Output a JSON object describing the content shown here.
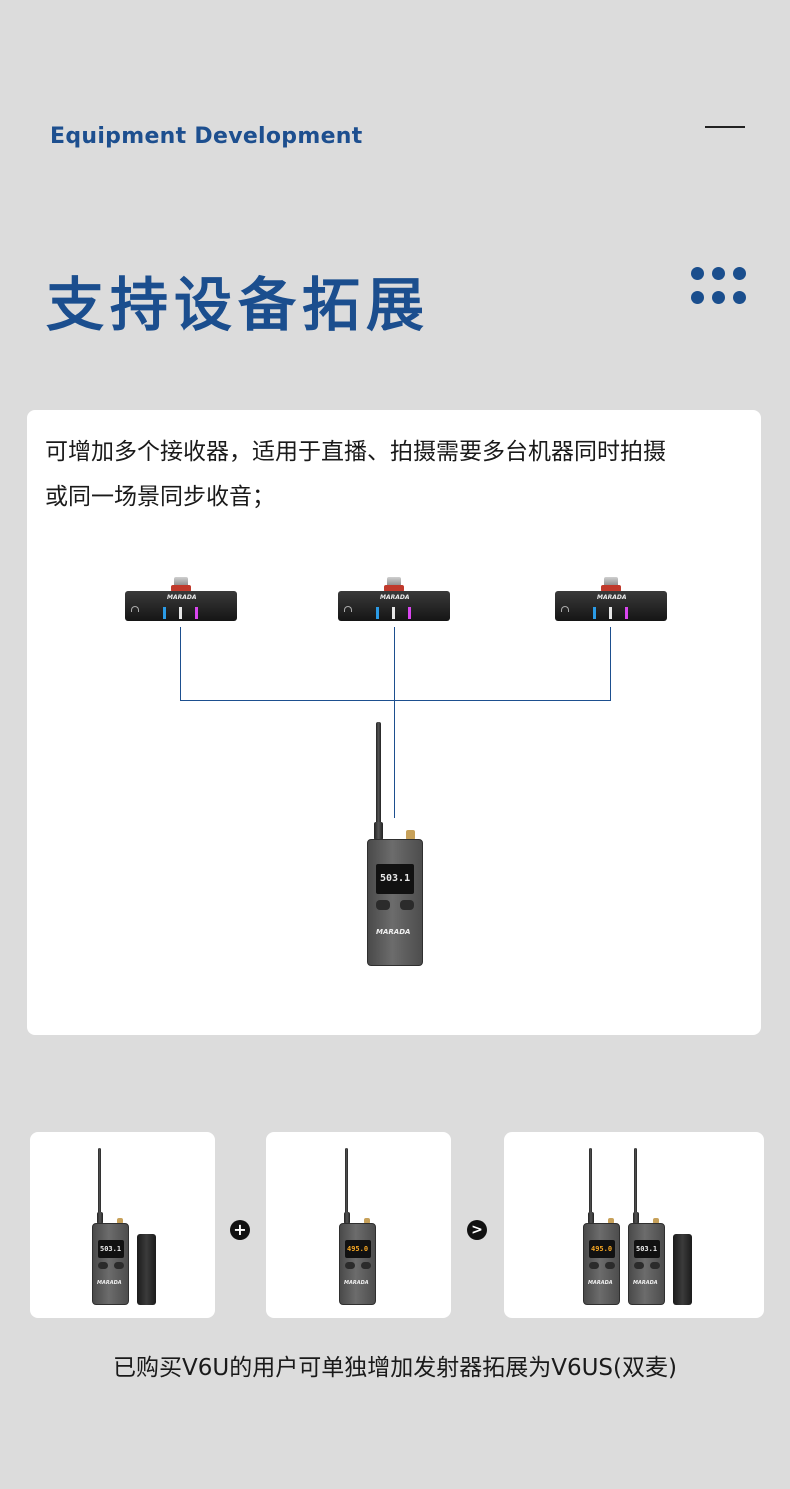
{
  "header": {
    "subtitle_en": "Equipment Development",
    "title": "支持设备拓展"
  },
  "card": {
    "description_line1": "可增加多个接收器，适用于直播、拍摄需要多台机器同时拍摄",
    "description_line2": "或同一场景同步收音；",
    "receivers": [
      {
        "brand": "MARADA"
      },
      {
        "brand": "MARADA"
      },
      {
        "brand": "MARADA"
      }
    ],
    "transmitter": {
      "brand": "MARADA",
      "screen_text": "503.1"
    }
  },
  "combo": {
    "plus_symbol": "+",
    "result_symbol": ">",
    "screen_texts": [
      "503.1",
      "495.0",
      "495.0",
      "503.1"
    ],
    "brand": "MARADA"
  },
  "footer": {
    "caption": "已购买V6U的用户可单独增加发射器拓展为V6US(双麦)"
  },
  "colors": {
    "accent": "#1b4e8e",
    "background": "#dcdcdc",
    "wire": "#1d4f8f"
  }
}
